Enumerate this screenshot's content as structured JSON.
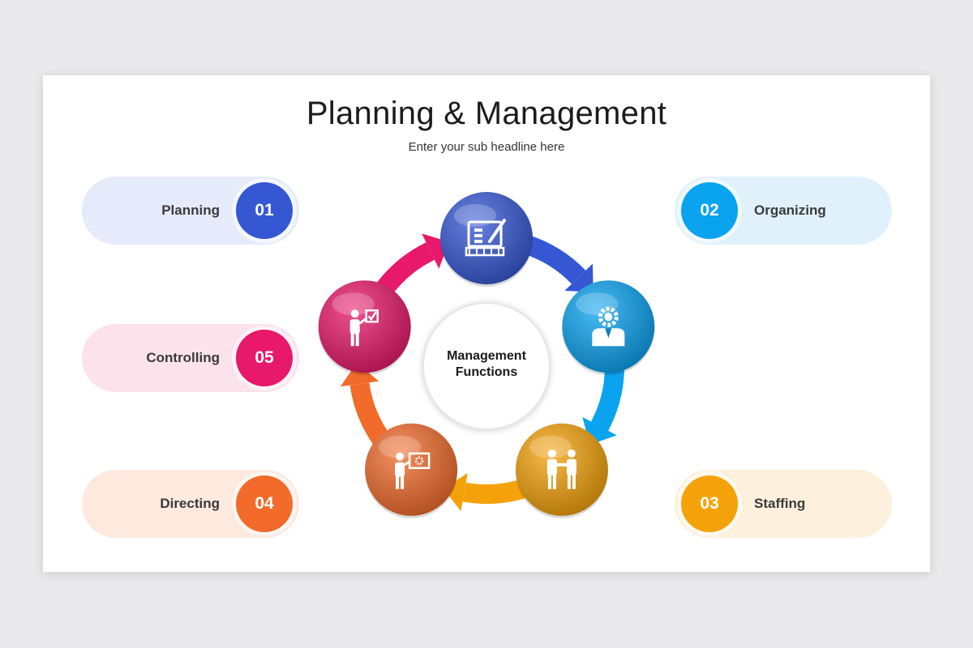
{
  "title": "Planning & Management",
  "subtitle": "Enter your sub headline here",
  "center": {
    "line1": "Management",
    "line2": "Functions"
  },
  "steps": [
    {
      "number": "01",
      "label": "Planning",
      "color": "#3557d4",
      "pill_bg": "#e6ebfb",
      "icon": "whiteboard-plan-icon"
    },
    {
      "number": "02",
      "label": "Organizing",
      "color": "#0aa3f0",
      "pill_bg": "#e0f1fc",
      "icon": "gear-person-icon"
    },
    {
      "number": "03",
      "label": "Staffing",
      "color": "#f5a20a",
      "pill_bg": "#fdf1de",
      "icon": "handshake-icon"
    },
    {
      "number": "04",
      "label": "Directing",
      "color": "#f26b2b",
      "pill_bg": "#fde9de",
      "icon": "presentation-icon"
    },
    {
      "number": "05",
      "label": "Controlling",
      "color": "#e8186a",
      "pill_bg": "#fce2ea",
      "icon": "checklist-person-icon"
    }
  ]
}
